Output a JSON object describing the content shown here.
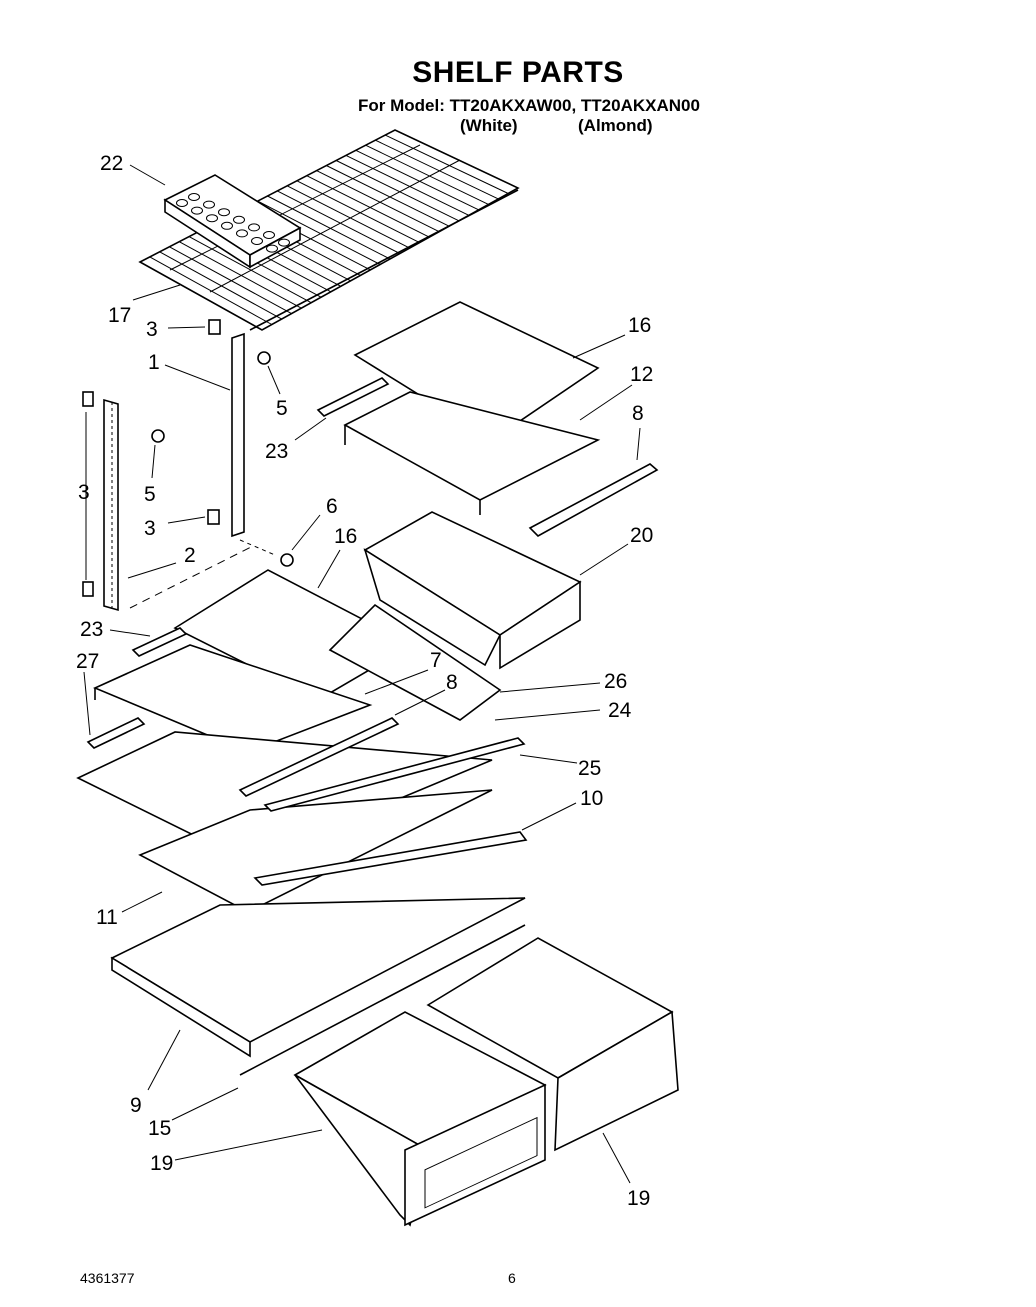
{
  "header": {
    "title": "SHELF PARTS",
    "model_line": "For Model: TT20AKXAW00, TT20AKXAN00",
    "variant_white": "(White)",
    "variant_almond": "(Almond)"
  },
  "callouts": {
    "c22": "22",
    "c17": "17",
    "c3a": "3",
    "c1": "1",
    "c5a": "5",
    "c16a": "16",
    "c12": "12",
    "c8a": "8",
    "c23a": "23",
    "c3b": "3",
    "c5b": "5",
    "c6": "6",
    "c3c": "3",
    "c16b": "16",
    "c20": "20",
    "c2": "2",
    "c23b": "23",
    "c27": "27",
    "c7": "7",
    "c8b": "8",
    "c26": "26",
    "c24": "24",
    "c25": "25",
    "c10": "10",
    "c11": "11",
    "c9": "9",
    "c15": "15",
    "c19a": "19",
    "c19b": "19"
  },
  "footer": {
    "doc_number": "4361377",
    "page_number": "6"
  }
}
